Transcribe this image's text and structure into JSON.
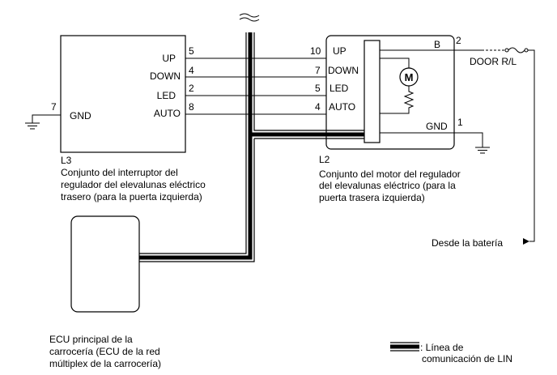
{
  "switch_unit": {
    "ref": "L3",
    "description": [
      "Conjunto del interruptor del",
      "regulador del elevalunas eléctrico",
      "trasero (para la puerta izquierda)"
    ],
    "pins": {
      "up": {
        "label": "UP",
        "number": "5"
      },
      "down": {
        "label": "DOWN",
        "number": "4"
      },
      "led": {
        "label": "LED",
        "number": "2"
      },
      "auto": {
        "label": "AUTO",
        "number": "8"
      },
      "gnd": {
        "label": "GND",
        "number": "7"
      }
    }
  },
  "motor_unit": {
    "ref": "L2",
    "description": [
      "Conjunto del motor del regulador",
      "del elevalunas eléctrico (para la",
      "puerta trasera izquierda)"
    ],
    "motor_symbol": "M",
    "pins": {
      "up": {
        "label": "UP",
        "number": "10"
      },
      "down": {
        "label": "DOWN",
        "number": "7"
      },
      "led": {
        "label": "LED",
        "number": "5"
      },
      "auto": {
        "label": "AUTO",
        "number": "4"
      },
      "b": {
        "label": "B",
        "number": "2"
      },
      "gnd": {
        "label": "GND",
        "number": "1"
      }
    }
  },
  "fuse": {
    "label": "DOOR R/L"
  },
  "battery": {
    "label": "Desde la batería"
  },
  "ecu": {
    "description": [
      "ECU principal de la",
      "carrocería (ECU de la red",
      "múltiplex de la carrocería)"
    ]
  },
  "legend": {
    "line1": ": Línea de",
    "line2": "comunicación de LIN"
  }
}
